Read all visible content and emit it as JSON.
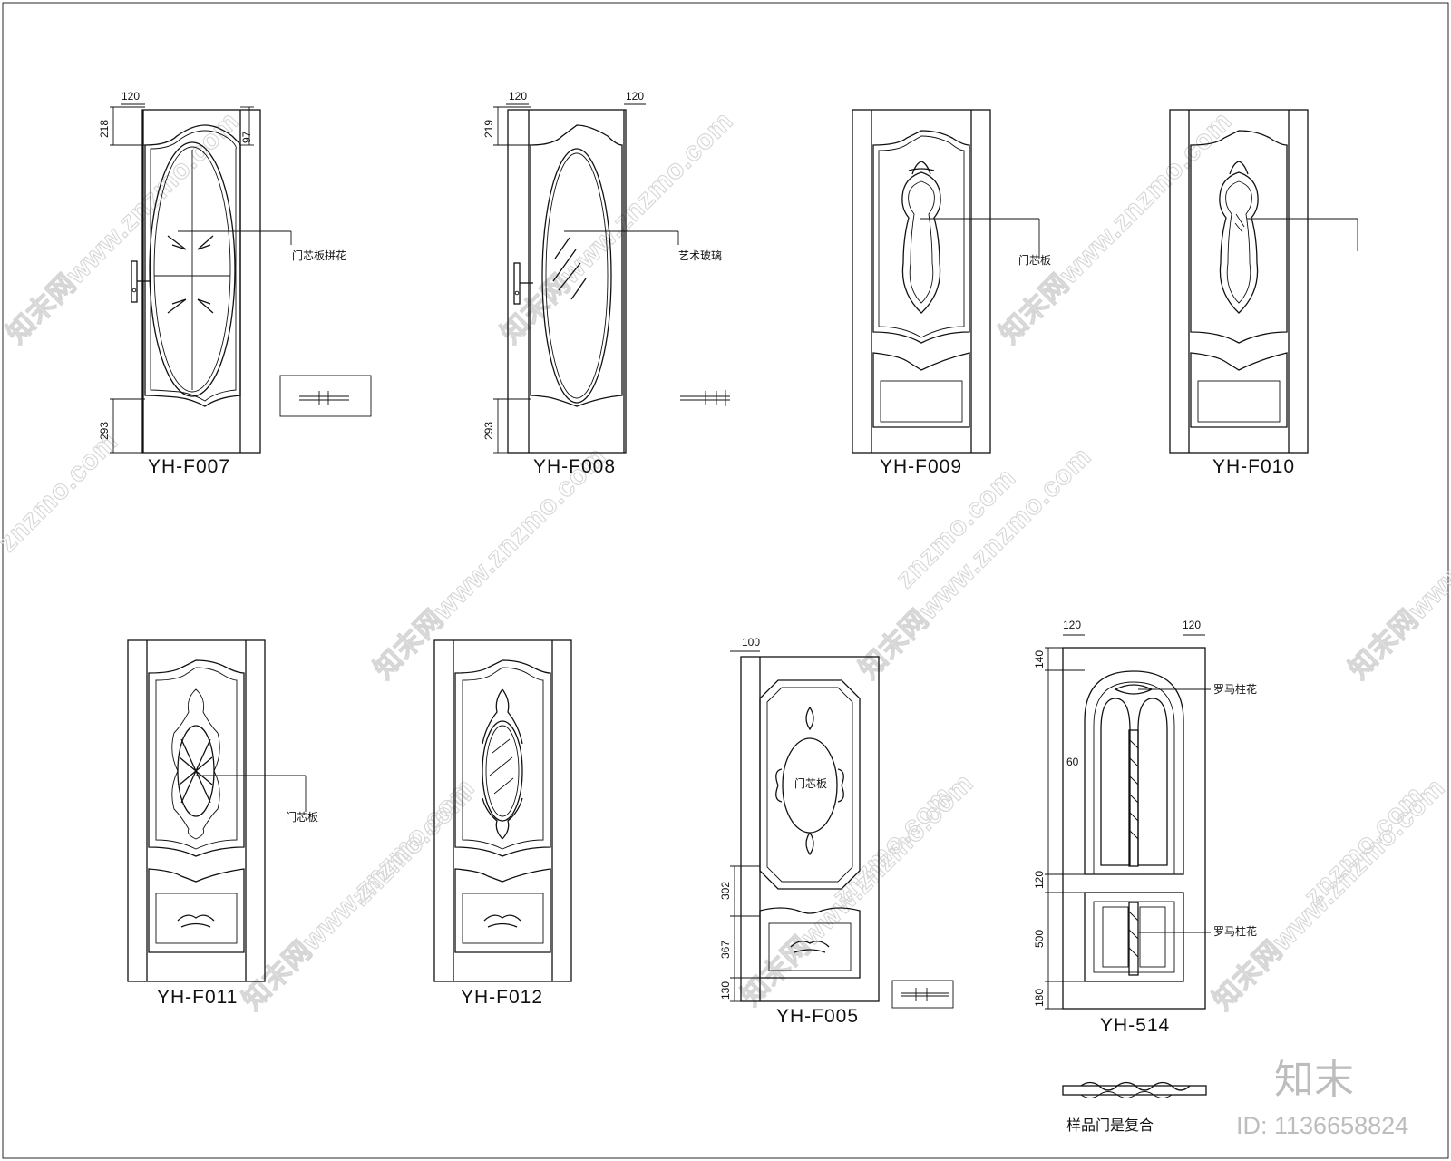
{
  "watermark": {
    "site": "znzmo.com",
    "brand": "知末网www.znzmo.com",
    "logo_text": "知末"
  },
  "id_label": "ID: 1136658824",
  "doors": [
    {
      "code": "YH-F007",
      "dims": [
        "120",
        "218",
        "97",
        "293"
      ],
      "note": "门芯板拼花"
    },
    {
      "code": "YH-F008",
      "dims": [
        "120",
        "120",
        "219",
        "293"
      ],
      "note": "艺术玻璃"
    },
    {
      "code": "YH-F009",
      "note": "门芯板"
    },
    {
      "code": "YH-F010"
    },
    {
      "code": "YH-F011",
      "note": "门芯板"
    },
    {
      "code": "YH-F012"
    },
    {
      "code": "YH-F005",
      "dims": [
        "100",
        "302",
        "367",
        "130"
      ],
      "note": "门芯板"
    },
    {
      "code": "YH-514",
      "dims": [
        "120",
        "120",
        "140",
        "60",
        "120",
        "500",
        "180"
      ],
      "notes": [
        "罗马柱花",
        "罗马柱花"
      ]
    }
  ],
  "section": {
    "label": "样品门是复合"
  }
}
